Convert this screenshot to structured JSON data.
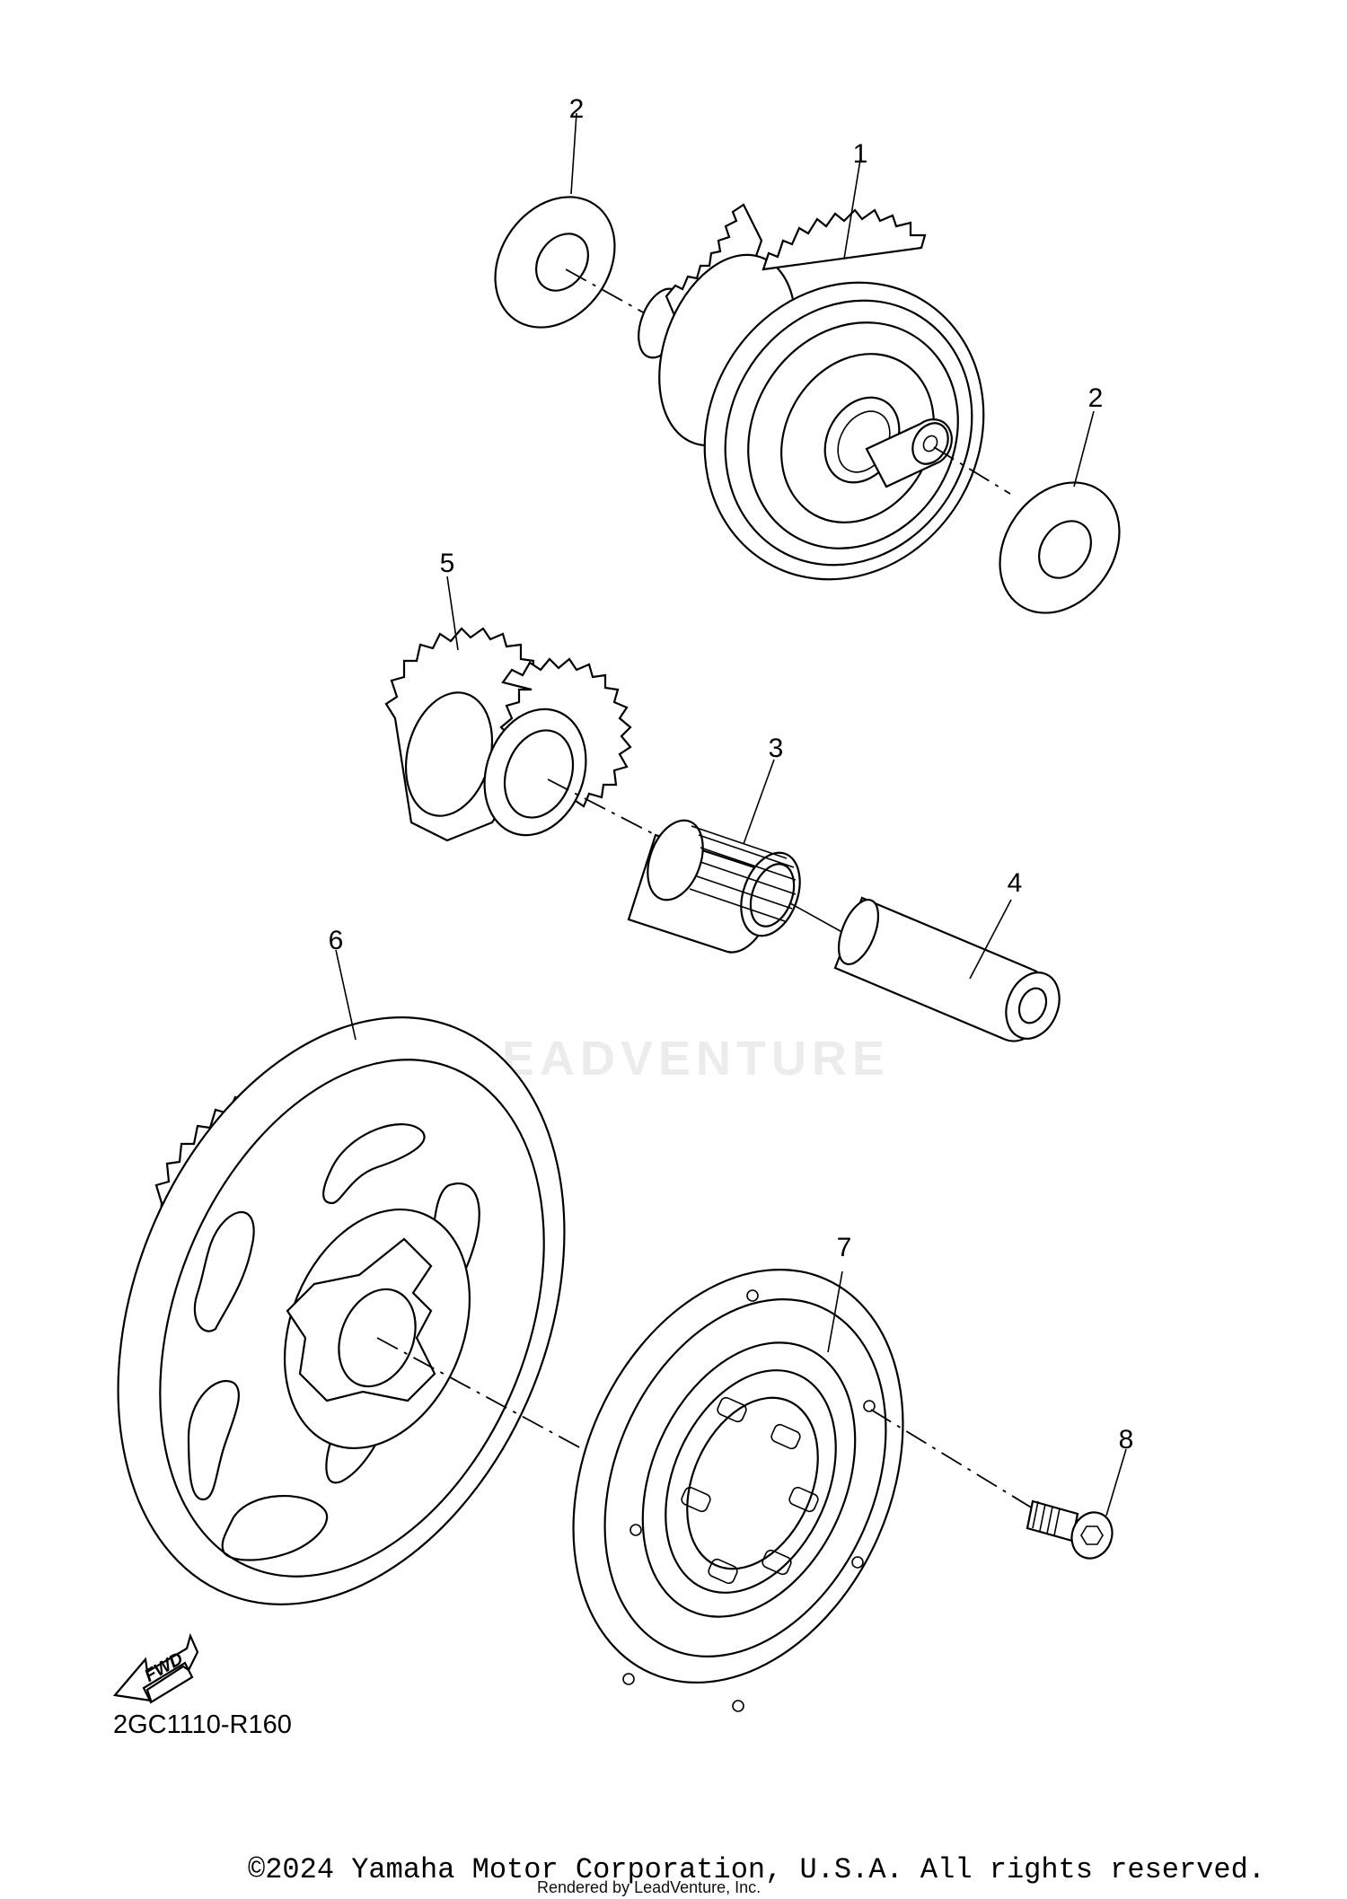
{
  "diagram": {
    "callouts": [
      "1",
      "2",
      "2",
      "3",
      "4",
      "5",
      "6",
      "7",
      "8"
    ],
    "fwd_label": "FWD",
    "code": "2GC1110-R160",
    "copyright": "©2024 Yamaha Motor Corporation, U.S.A. All rights reserved.",
    "rendered_by": "Rendered by LeadVenture, Inc.",
    "watermark": "LEADVENTURE"
  }
}
